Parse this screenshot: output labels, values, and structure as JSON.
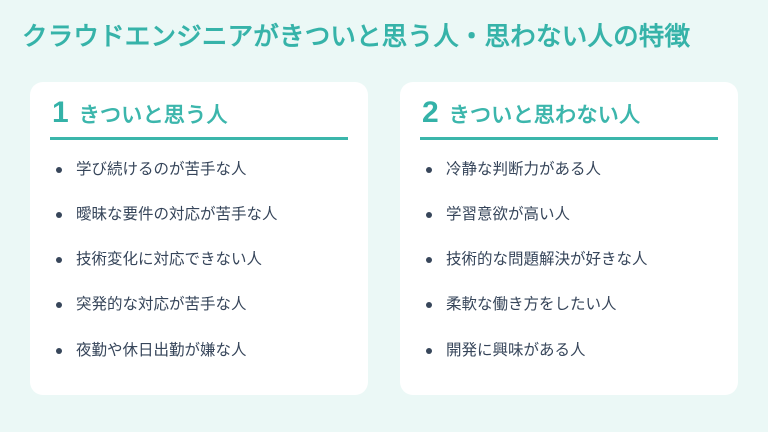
{
  "slide": {
    "title": "クラウドエンジニアがきついと思う人・思わない人の特徴",
    "background_color": "#ebf8f6",
    "accent_color": "#36b3a9",
    "text_color": "#36455a"
  },
  "cards": [
    {
      "number": "1",
      "title": "きついと思う人",
      "items": [
        "学び続けるのが苦手な人",
        "曖昧な要件の対応が苦手な人",
        "技術変化に対応できない人",
        "突発的な対応が苦手な人",
        "夜勤や休日出勤が嫌な人"
      ]
    },
    {
      "number": "2",
      "title": "きついと思わない人",
      "items": [
        "冷静な判断力がある人",
        "学習意欲が高い人",
        "技術的な問題解決が好きな人",
        "柔軟な働き方をしたい人",
        "開発に興味がある人"
      ]
    }
  ]
}
